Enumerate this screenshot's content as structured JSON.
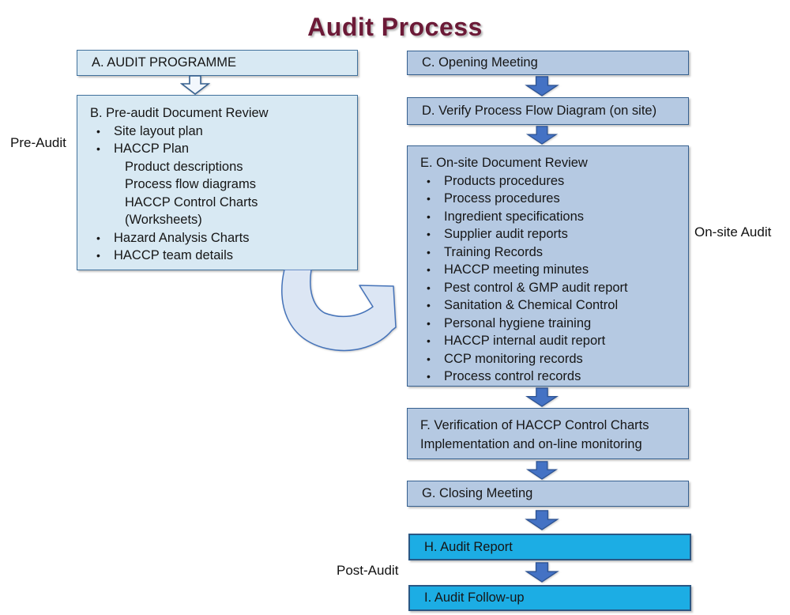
{
  "title": "Audit Process",
  "labels": {
    "pre_audit": "Pre-Audit",
    "onsite_audit": "On-site Audit",
    "post_audit": "Post-Audit"
  },
  "left_column": {
    "box_a": {
      "title": "A. AUDIT PROGRAMME"
    },
    "box_b": {
      "title": "B. Pre-audit Document Review",
      "items": [
        {
          "bullet": true,
          "text": "Site layout plan"
        },
        {
          "bullet": true,
          "text": "HACCP Plan"
        },
        {
          "bullet": false,
          "text": "Product descriptions"
        },
        {
          "bullet": false,
          "text": "Process flow diagrams"
        },
        {
          "bullet": false,
          "text": "HACCP Control Charts"
        },
        {
          "bullet": false,
          "text": "(Worksheets)"
        },
        {
          "bullet": true,
          "text": "Hazard Analysis Charts"
        },
        {
          "bullet": true,
          "text": "HACCP team details"
        }
      ]
    }
  },
  "right_column": {
    "box_c": {
      "title": "C. Opening Meeting"
    },
    "box_d": {
      "title": "D. Verify Process Flow Diagram (on site)"
    },
    "box_e": {
      "title": "E. On-site Document Review",
      "items": [
        {
          "bullet": true,
          "text": "Products procedures"
        },
        {
          "bullet": true,
          "text": "Process procedures"
        },
        {
          "bullet": true,
          "text": "Ingredient specifications"
        },
        {
          "bullet": true,
          "text": "Supplier audit reports"
        },
        {
          "bullet": true,
          "text": "Training Records"
        },
        {
          "bullet": true,
          "text": "HACCP meeting minutes"
        },
        {
          "bullet": true,
          "text": "Pest control & GMP audit report"
        },
        {
          "bullet": true,
          "text": "Sanitation & Chemical Control"
        },
        {
          "bullet": true,
          "text": "Personal hygiene training"
        },
        {
          "bullet": true,
          "text": "HACCP internal audit report"
        },
        {
          "bullet": true,
          "text": "CCP monitoring records"
        },
        {
          "bullet": true,
          "text": "Process control records"
        }
      ]
    },
    "box_f": {
      "line1": "F. Verification of HACCP Control Charts",
      "line2": "Implementation and on-line monitoring"
    },
    "box_g": {
      "title": "G. Closing Meeting"
    },
    "box_h": {
      "title": "H. Audit Report"
    },
    "box_i": {
      "title": "I. Audit Follow-up"
    }
  },
  "colors": {
    "title_color": "#6C1A37",
    "light_fill": "#D8E9F3",
    "light_border": "#41719C",
    "med_fill": "#B5C9E2",
    "med_border": "#36608F",
    "arrow_fill": "#4472C4",
    "arrow_border": "#2E5494",
    "hollow_arrow_fill": "#F2F7FC",
    "curved_arrow_fill": "#DCE6F4",
    "curved_arrow_border": "#4573B9",
    "cyan_fill": "#1CADE4",
    "cyan_border": "#2A5784"
  }
}
